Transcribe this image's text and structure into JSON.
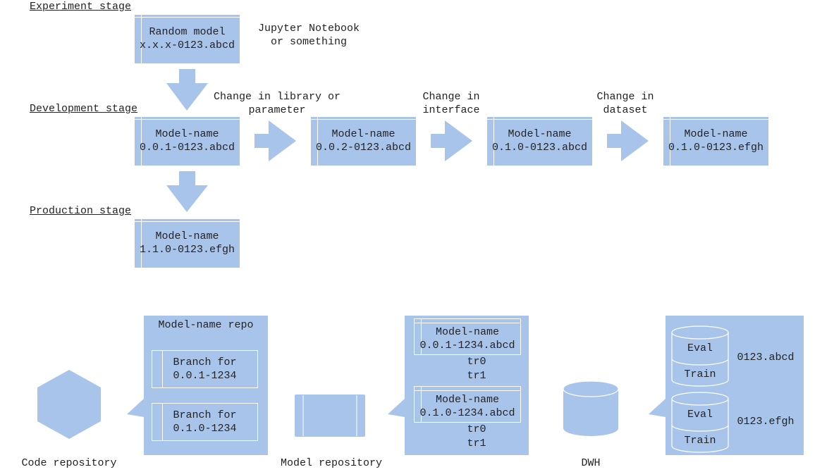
{
  "stages": {
    "experiment": "Experiment stage",
    "development": "Development stage",
    "production": "Production stage"
  },
  "experiment_box": {
    "line1": "Random model",
    "line2": "x.x.x-0123.abcd"
  },
  "experiment_note": {
    "line1": "Jupyter Notebook",
    "line2": "or something"
  },
  "dev_boxes": [
    {
      "line1": "Model-name",
      "line2": "0.0.1-0123.abcd"
    },
    {
      "line1": "Model-name",
      "line2": "0.0.2-0123.abcd"
    },
    {
      "line1": "Model-name",
      "line2": "0.1.0-0123.abcd"
    },
    {
      "line1": "Model-name",
      "line2": "0.1.0-0123.efgh"
    }
  ],
  "changes": [
    {
      "line1": "Change in library or",
      "line2": "parameter"
    },
    {
      "line1": "Change in",
      "line2": "interface"
    },
    {
      "line1": "Change in",
      "line2": "dataset"
    }
  ],
  "prod_box": {
    "line1": "Model-name",
    "line2": "1.1.0-0123.efgh"
  },
  "code_repo": {
    "label": "Code repository",
    "title": "Model-name repo",
    "branches": [
      {
        "line1": "Branch for",
        "line2": "0.0.1-1234"
      },
      {
        "line1": "Branch for",
        "line2": "0.1.0-1234"
      }
    ]
  },
  "model_repo": {
    "label": "Model repository",
    "entries": [
      {
        "line1": "Model-name",
        "line2": "0.0.1-1234.abcd",
        "runs": [
          "tr0",
          "tr1"
        ]
      },
      {
        "line1": "Model-name",
        "line2": "0.1.0-1234.abcd",
        "runs": [
          "tr0",
          "tr1"
        ]
      }
    ]
  },
  "dwh": {
    "label": "DWH",
    "datasets": [
      {
        "top": "Eval",
        "bottom": "Train",
        "id": "0123.abcd"
      },
      {
        "top": "Eval",
        "bottom": "Train",
        "id": "0123.efgh"
      }
    ]
  },
  "colors": {
    "shape_fill": "#a9c4eb",
    "inner_line": "#ffffff",
    "text": "#222222"
  }
}
